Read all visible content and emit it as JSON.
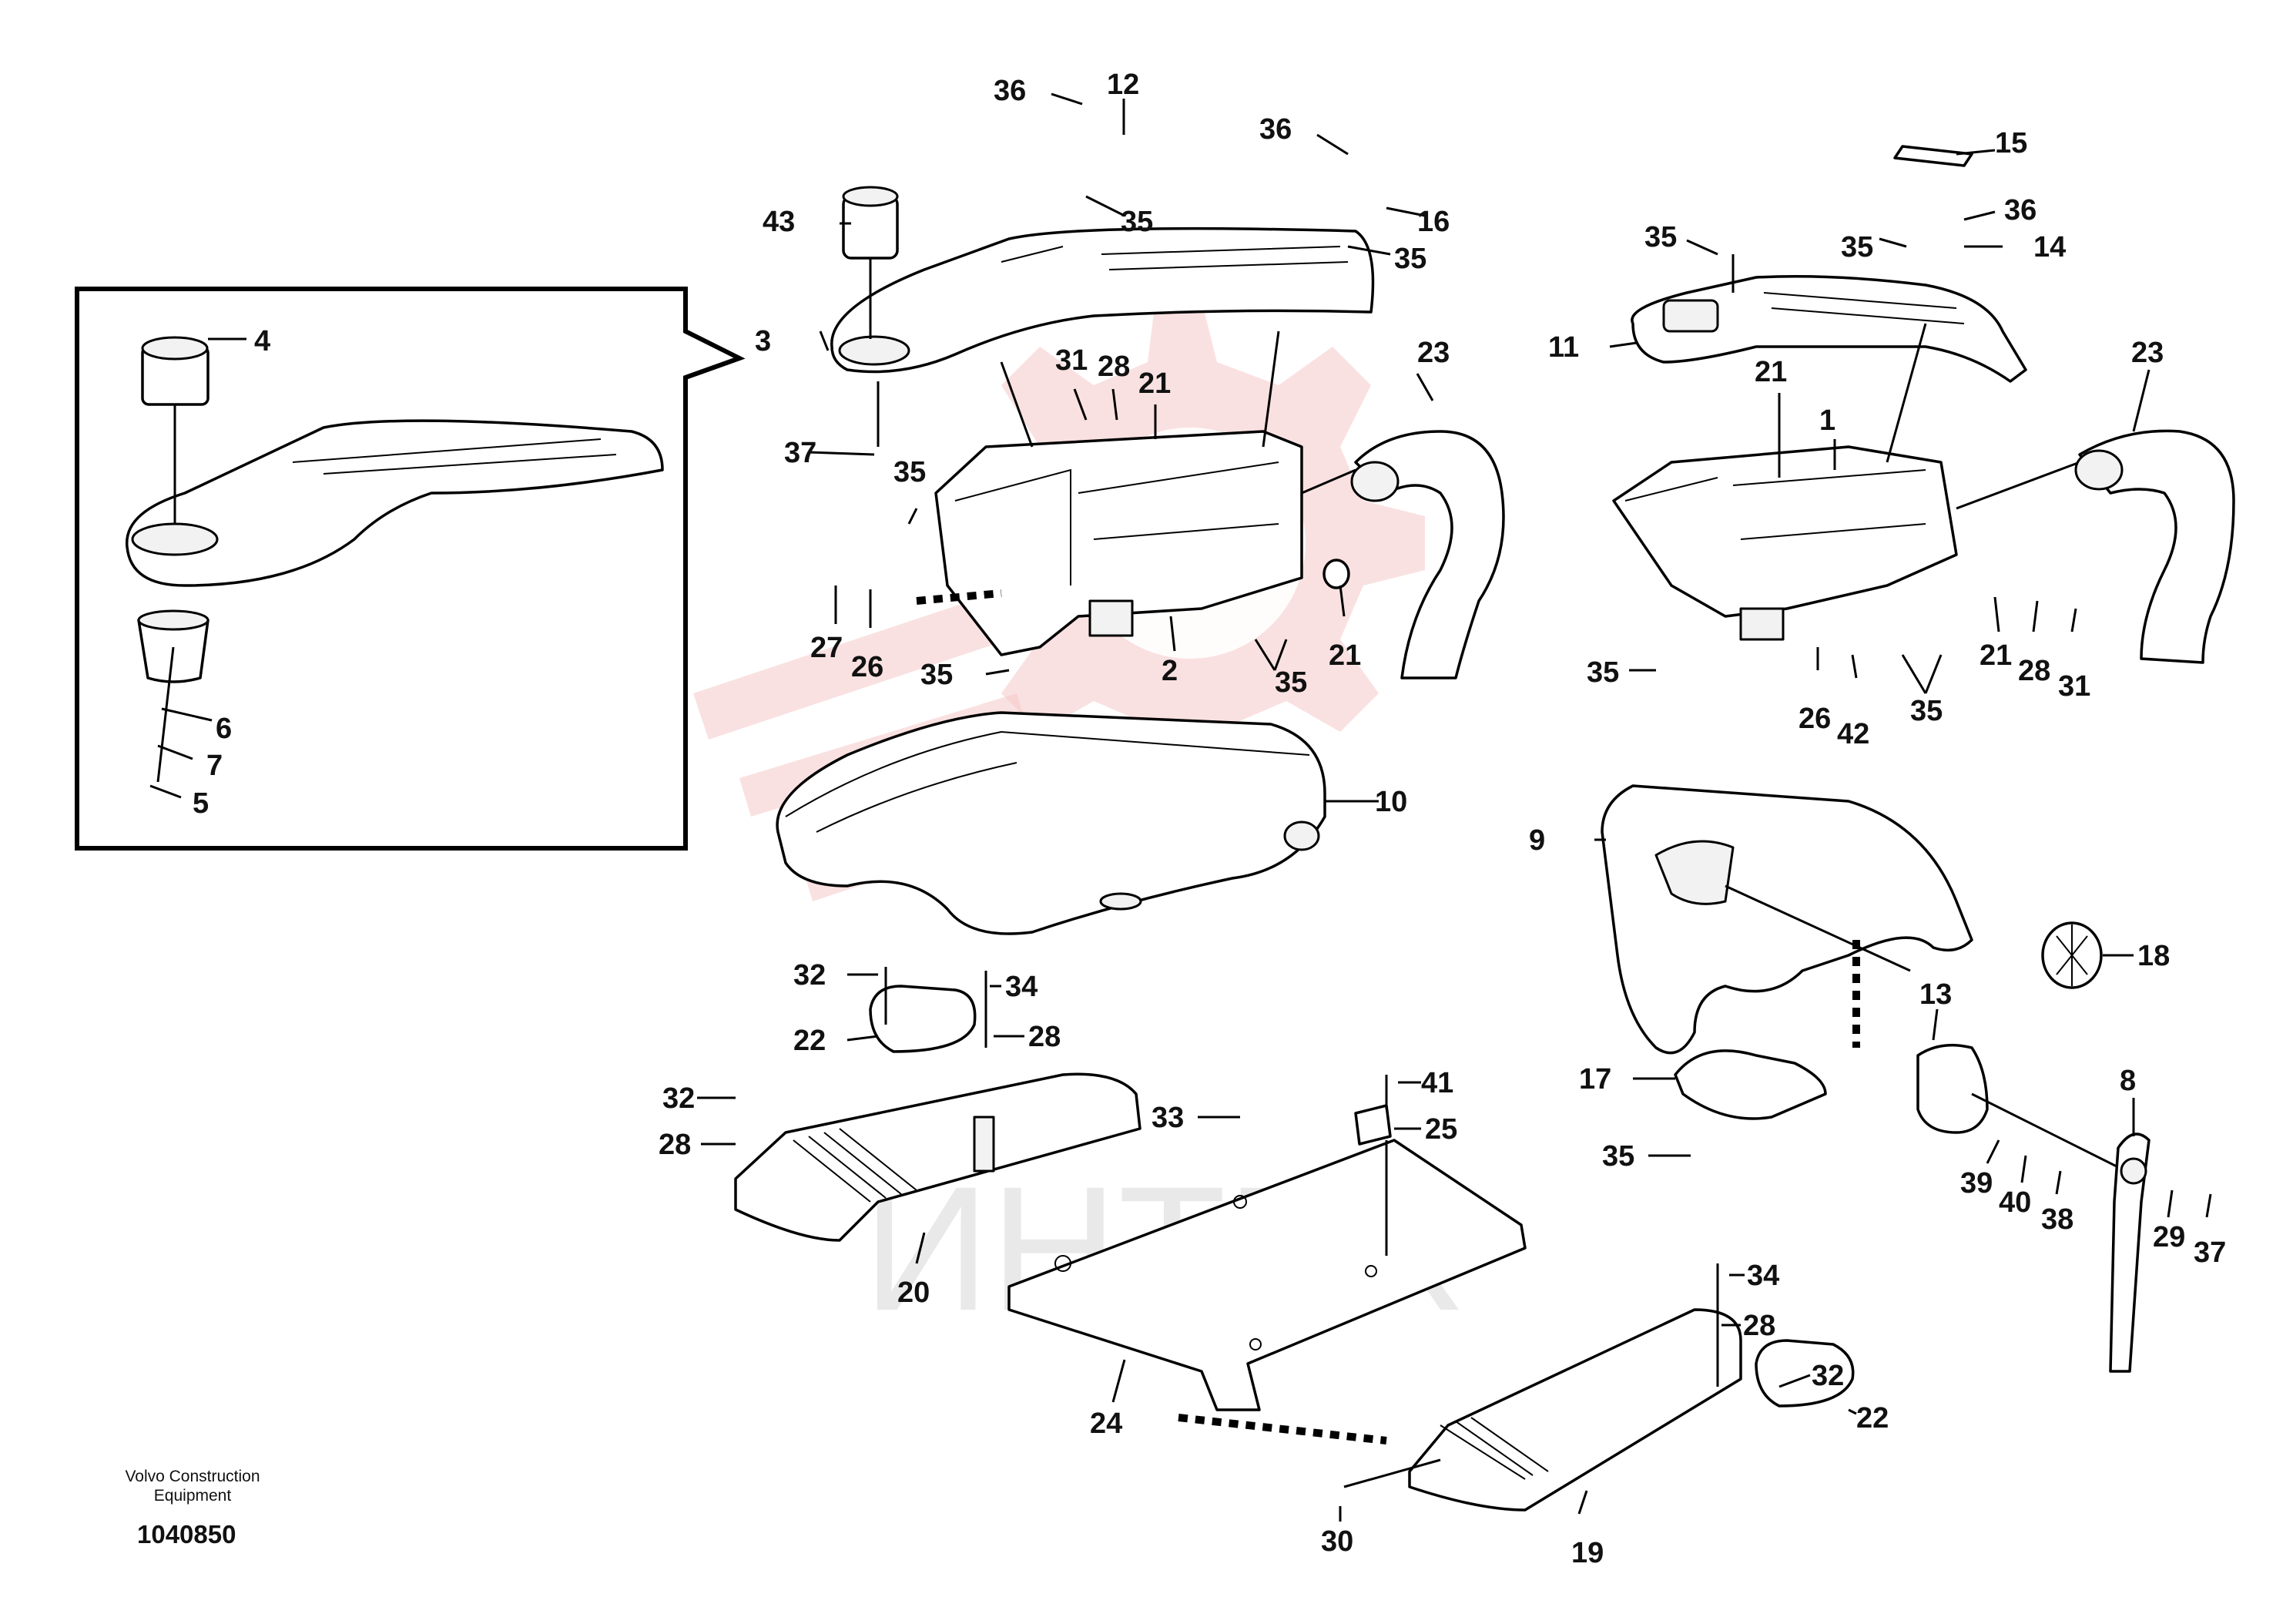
{
  "manufacturer": "Volvo Construction Equipment",
  "manufacturer_lines": [
    "Volvo Construction",
    "Equipment"
  ],
  "drawing_number": "1040850",
  "watermark_text": "ИНТЕХ",
  "colors": {
    "line": "#000000",
    "watermark_red": "#f6c9c9",
    "watermark_grey": "#d8d8d8"
  },
  "callouts": [
    {
      "id": "c36a",
      "label": "36"
    },
    {
      "id": "c12",
      "label": "12"
    },
    {
      "id": "c36b",
      "label": "36"
    },
    {
      "id": "c43",
      "label": "43"
    },
    {
      "id": "c35a",
      "label": "35"
    },
    {
      "id": "c16",
      "label": "16"
    },
    {
      "id": "c35b",
      "label": "35"
    },
    {
      "id": "c4",
      "label": "4"
    },
    {
      "id": "c3",
      "label": "3"
    },
    {
      "id": "c31a",
      "label": "31"
    },
    {
      "id": "c28a",
      "label": "28"
    },
    {
      "id": "c21a",
      "label": "21"
    },
    {
      "id": "c23a",
      "label": "23"
    },
    {
      "id": "c37a",
      "label": "37"
    },
    {
      "id": "c35c",
      "label": "35"
    },
    {
      "id": "c27",
      "label": "27"
    },
    {
      "id": "c26a",
      "label": "26"
    },
    {
      "id": "c35d",
      "label": "35"
    },
    {
      "id": "c2",
      "label": "2"
    },
    {
      "id": "c35e",
      "label": "35"
    },
    {
      "id": "c21b",
      "label": "21"
    },
    {
      "id": "c6",
      "label": "6"
    },
    {
      "id": "c7",
      "label": "7"
    },
    {
      "id": "c5",
      "label": "5"
    },
    {
      "id": "c10",
      "label": "10"
    },
    {
      "id": "c15",
      "label": "15"
    },
    {
      "id": "c36c",
      "label": "36"
    },
    {
      "id": "c35f",
      "label": "35"
    },
    {
      "id": "c35g",
      "label": "35"
    },
    {
      "id": "c14",
      "label": "14"
    },
    {
      "id": "c11",
      "label": "11"
    },
    {
      "id": "c23b",
      "label": "23"
    },
    {
      "id": "c21c",
      "label": "21"
    },
    {
      "id": "c1",
      "label": "1"
    },
    {
      "id": "c35h",
      "label": "35"
    },
    {
      "id": "c26b",
      "label": "26"
    },
    {
      "id": "c42",
      "label": "42"
    },
    {
      "id": "c35i",
      "label": "35"
    },
    {
      "id": "c21d",
      "label": "21"
    },
    {
      "id": "c28b",
      "label": "28"
    },
    {
      "id": "c31b",
      "label": "31"
    },
    {
      "id": "c9",
      "label": "9"
    },
    {
      "id": "c18",
      "label": "18"
    },
    {
      "id": "c13",
      "label": "13"
    },
    {
      "id": "c8",
      "label": "8"
    },
    {
      "id": "c32a",
      "label": "32"
    },
    {
      "id": "c34a",
      "label": "34"
    },
    {
      "id": "c22a",
      "label": "22"
    },
    {
      "id": "c28c",
      "label": "28"
    },
    {
      "id": "c32b",
      "label": "32"
    },
    {
      "id": "c28d",
      "label": "28"
    },
    {
      "id": "c33",
      "label": "33"
    },
    {
      "id": "c41",
      "label": "41"
    },
    {
      "id": "c25",
      "label": "25"
    },
    {
      "id": "c17",
      "label": "17"
    },
    {
      "id": "c35j",
      "label": "35"
    },
    {
      "id": "c39",
      "label": "39"
    },
    {
      "id": "c40",
      "label": "40"
    },
    {
      "id": "c38",
      "label": "38"
    },
    {
      "id": "c29",
      "label": "29"
    },
    {
      "id": "c37b",
      "label": "37"
    },
    {
      "id": "c20",
      "label": "20"
    },
    {
      "id": "c24",
      "label": "24"
    },
    {
      "id": "c34b",
      "label": "34"
    },
    {
      "id": "c28e",
      "label": "28"
    },
    {
      "id": "c32c",
      "label": "32"
    },
    {
      "id": "c22b",
      "label": "22"
    },
    {
      "id": "c30",
      "label": "30"
    },
    {
      "id": "c19",
      "label": "19"
    }
  ]
}
